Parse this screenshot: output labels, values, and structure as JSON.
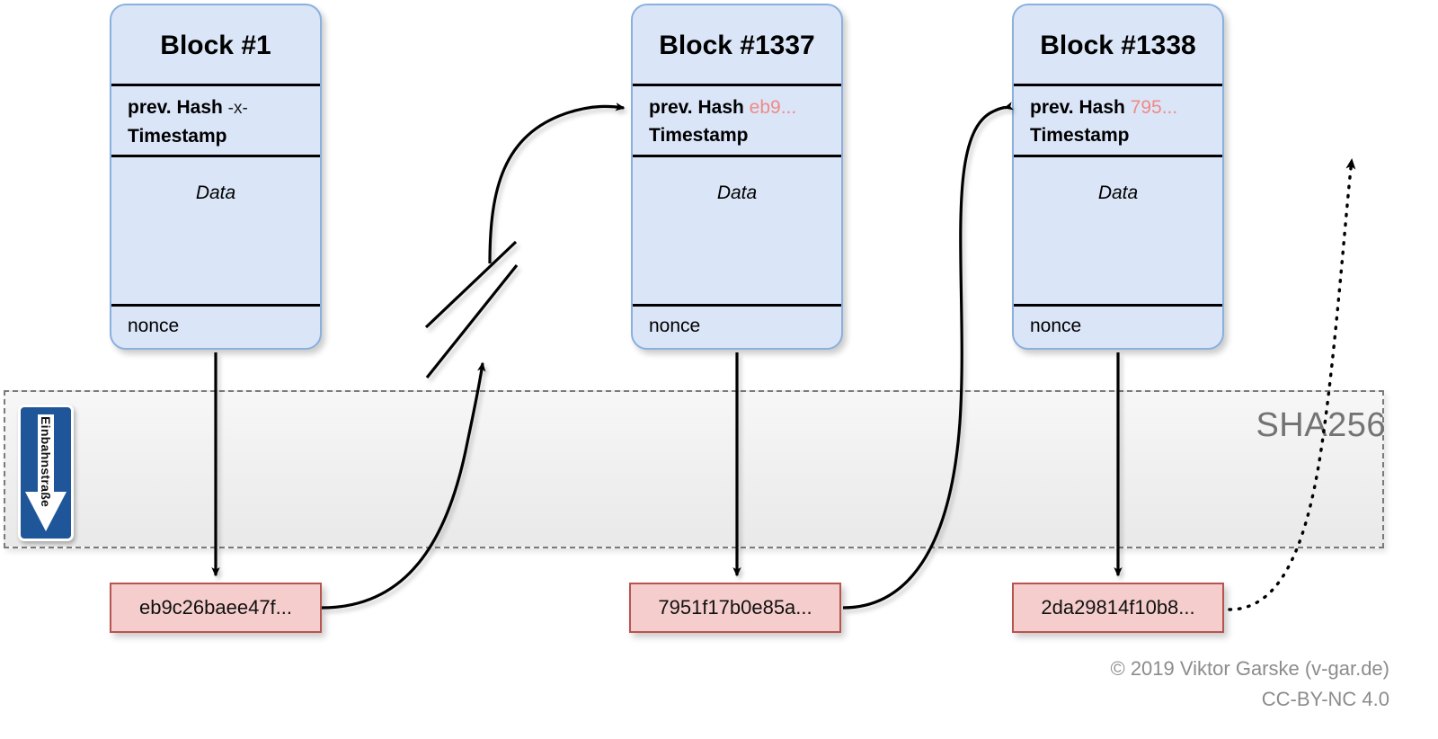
{
  "diagram": {
    "title": "Blockchain structure diagram",
    "sha_band_label": "SHA256",
    "one_way_sign_text": "Einbahnstraße",
    "colors": {
      "block_fill": "#dae5f7",
      "block_border": "#8ab0dd",
      "hash_fill": "#f5cdcc",
      "hash_border": "#b85450",
      "hash_ref_text": "#f08a86",
      "band_fill": "#efefef",
      "band_border": "#7a7a7a",
      "sign_blue": "#1f5699",
      "credit_gray": "#8c8c8c"
    },
    "blocks": [
      {
        "title": "Block #1",
        "prev_hash_label": "prev. Hash",
        "prev_hash_value": "-x-",
        "timestamp_label": "Timestamp",
        "data_label": "Data",
        "nonce_label": "nonce"
      },
      {
        "title": "Block #1337",
        "prev_hash_label": "prev. Hash",
        "prev_hash_value": "eb9...",
        "timestamp_label": "Timestamp",
        "data_label": "Data",
        "nonce_label": "nonce"
      },
      {
        "title": "Block #1338",
        "prev_hash_label": "prev. Hash",
        "prev_hash_value": "795...",
        "timestamp_label": "Timestamp",
        "data_label": "Data",
        "nonce_label": "nonce"
      }
    ],
    "hashes": [
      {
        "value": "eb9c26baee47f..."
      },
      {
        "value": "7951f17b0e85a..."
      },
      {
        "value": "2da29814f10b8..."
      }
    ],
    "credit": {
      "line1": "© 2019 Viktor Garske (v-gar.de)",
      "line2": "CC-BY-NC 4.0"
    }
  }
}
